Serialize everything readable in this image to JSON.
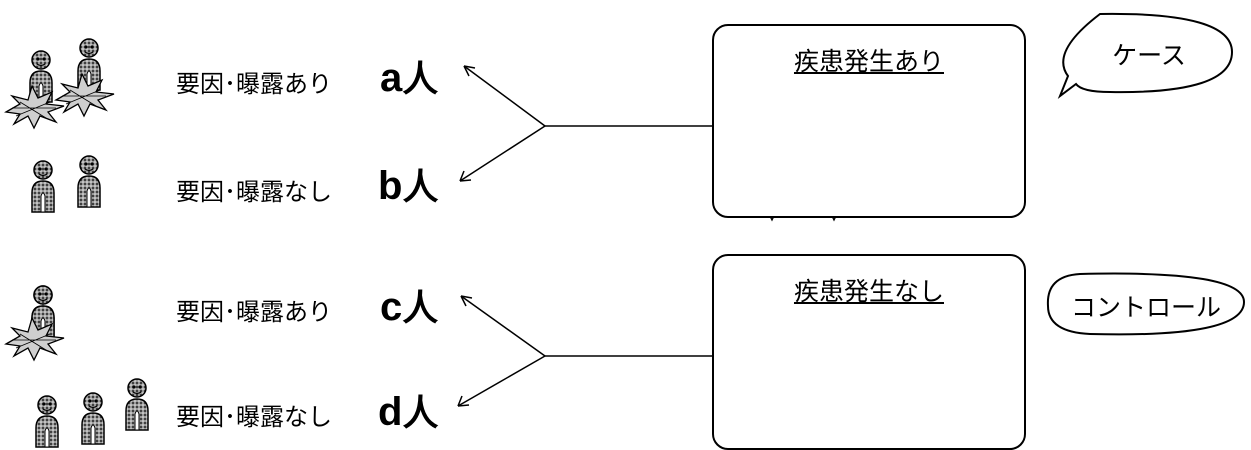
{
  "rows": [
    {
      "label": "要因･曝露あり",
      "letter": "a",
      "unit": "人"
    },
    {
      "label": "要因･曝露なし",
      "letter": "b",
      "unit": "人"
    },
    {
      "label": "要因･曝露あり",
      "letter": "c",
      "unit": "人"
    },
    {
      "label": "要因･曝露なし",
      "letter": "d",
      "unit": "人"
    }
  ],
  "groups": [
    {
      "title": "疾患発生あり",
      "callout": "ケース"
    },
    {
      "title": "疾患発生なし",
      "callout": "コントロール"
    }
  ]
}
